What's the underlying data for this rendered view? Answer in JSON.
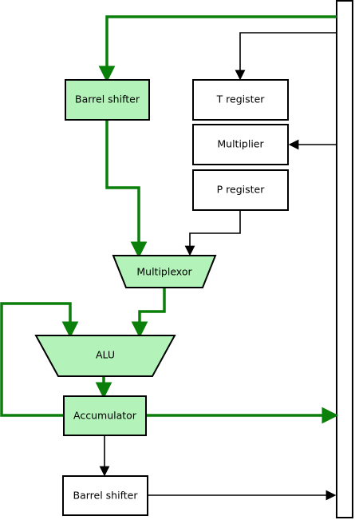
{
  "colors": {
    "green_path": "#0a7f0a",
    "green_fill": "#b3f2b9",
    "black": "#000000",
    "white": "#ffffff"
  },
  "nodes": {
    "barrel_shifter_top": "Barrel shifter",
    "t_register": "T register",
    "multiplier": "Multiplier",
    "p_register": "P register",
    "multiplexor": "Multiplexor",
    "alu": "ALU",
    "accumulator": "Accumulator",
    "barrel_shifter_bottom": "Barrel shifter"
  }
}
